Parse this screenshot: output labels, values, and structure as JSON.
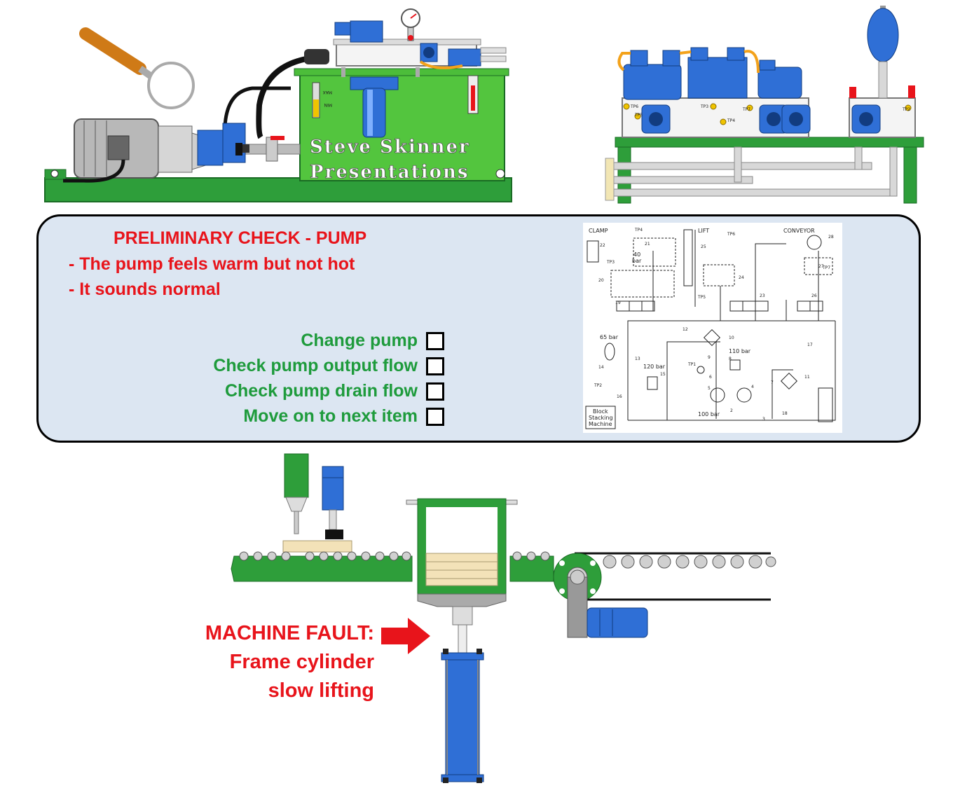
{
  "watermark": [
    "Steve Skinner",
    "Presentations"
  ],
  "check": {
    "heading": "PRELIMINARY CHECK - PUMP",
    "observations": [
      "- The pump feels warm but not hot",
      "- It sounds normal"
    ],
    "options": [
      "Change pump",
      "Check pump output flow",
      "Check pump drain flow",
      "Move on to next item"
    ]
  },
  "fault": {
    "title": "MACHINE FAULT:",
    "lines": [
      "Frame cylinder",
      "slow lifting"
    ]
  },
  "schematic": {
    "labels": {
      "clamp": "CLAMP",
      "lift": "LIFT",
      "conveyor": "CONVEYOR",
      "p40": "40",
      "bar": "bar",
      "p65": "65 bar",
      "p120": "120 bar",
      "p110": "110 bar",
      "p100": "100 bar",
      "block1": "Block",
      "block2": "Stacking",
      "block3": "Machine",
      "tp1": "TP1",
      "tp2": "TP2",
      "tp3": "TP3",
      "tp4": "TP4",
      "tp5": "TP5",
      "tp6": "TP6",
      "tp7": "TP7",
      "n2": "2",
      "n3": "3",
      "n4": "4",
      "n5": "5",
      "n6": "6",
      "n7": "7",
      "n8": "8",
      "n9": "9",
      "n10": "10",
      "n11": "11",
      "n12": "12",
      "n13": "13",
      "n14": "14",
      "n15": "15",
      "n16": "16",
      "n17": "17",
      "n18": "18",
      "n19": "19",
      "n20": "20",
      "n21": "21",
      "n22": "22",
      "n23": "23",
      "n24": "24",
      "n25": "25",
      "n26": "26",
      "n27": "27",
      "n28": "28"
    }
  },
  "gauge_labels": {
    "max": "MAX",
    "min": "MIN"
  },
  "manifold_labels": [
    "TP6",
    "TP5",
    "TP3",
    "TP4",
    "TP7",
    "TP2"
  ],
  "colors": {
    "red": "#e8141b",
    "green": "#1e9b3c",
    "panel": "#dce6f2",
    "blue": "#2f6fd6",
    "machine_green": "#2e9e3a"
  }
}
